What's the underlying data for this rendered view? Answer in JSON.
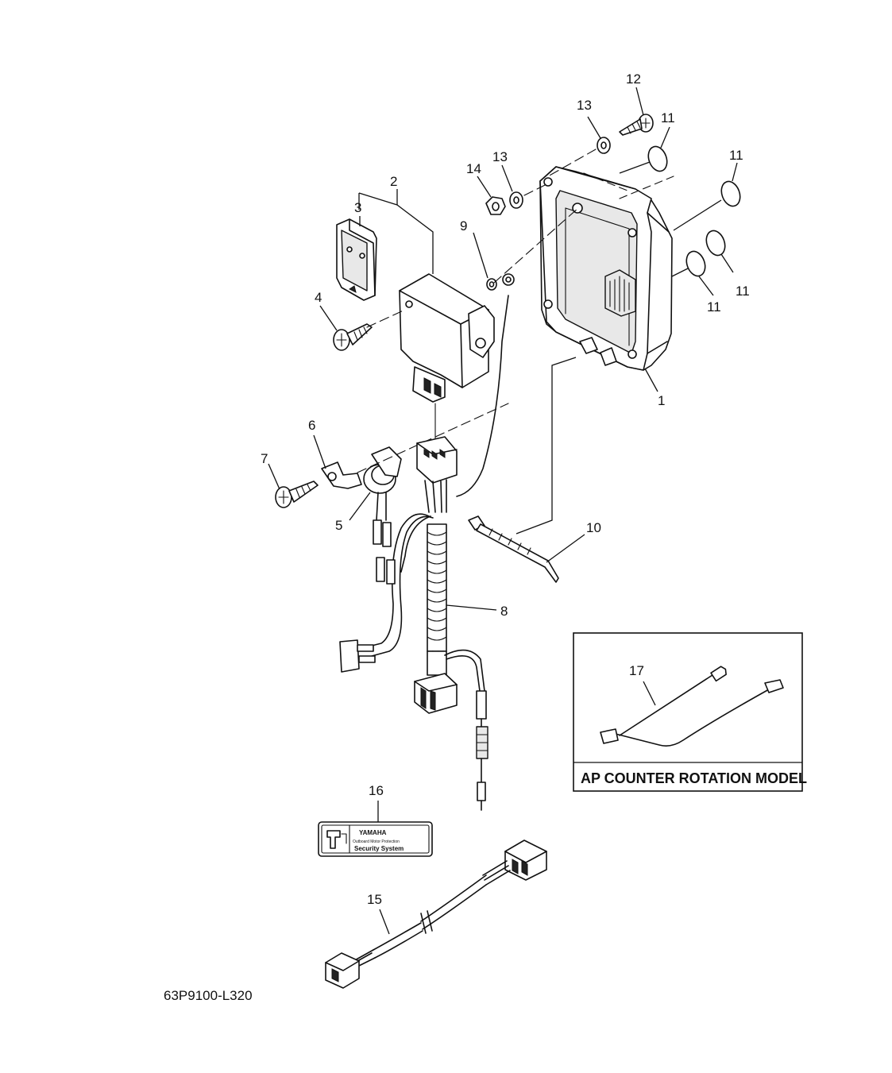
{
  "diagram": {
    "drawing_code": "63P9100-L320",
    "inset": {
      "caption": "AP COUNTER ROTATION MODEL"
    },
    "decal": {
      "brand": "YAMAHA",
      "line1": "Outboard Motor Protection",
      "line2": "Security System"
    },
    "callouts": [
      {
        "id": "1",
        "text": "1"
      },
      {
        "id": "2",
        "text": "2"
      },
      {
        "id": "3",
        "text": "3"
      },
      {
        "id": "4",
        "text": "4"
      },
      {
        "id": "5",
        "text": "5"
      },
      {
        "id": "6",
        "text": "6"
      },
      {
        "id": "7",
        "text": "7"
      },
      {
        "id": "8",
        "text": "8"
      },
      {
        "id": "9",
        "text": "9"
      },
      {
        "id": "10",
        "text": "10"
      },
      {
        "id": "11a",
        "text": "11"
      },
      {
        "id": "11b",
        "text": "11"
      },
      {
        "id": "11c",
        "text": "11"
      },
      {
        "id": "11d",
        "text": "11"
      },
      {
        "id": "12",
        "text": "12"
      },
      {
        "id": "13a",
        "text": "13"
      },
      {
        "id": "13b",
        "text": "13"
      },
      {
        "id": "14",
        "text": "14"
      },
      {
        "id": "15",
        "text": "15"
      },
      {
        "id": "16",
        "text": "16"
      },
      {
        "id": "17",
        "text": "17"
      }
    ]
  }
}
